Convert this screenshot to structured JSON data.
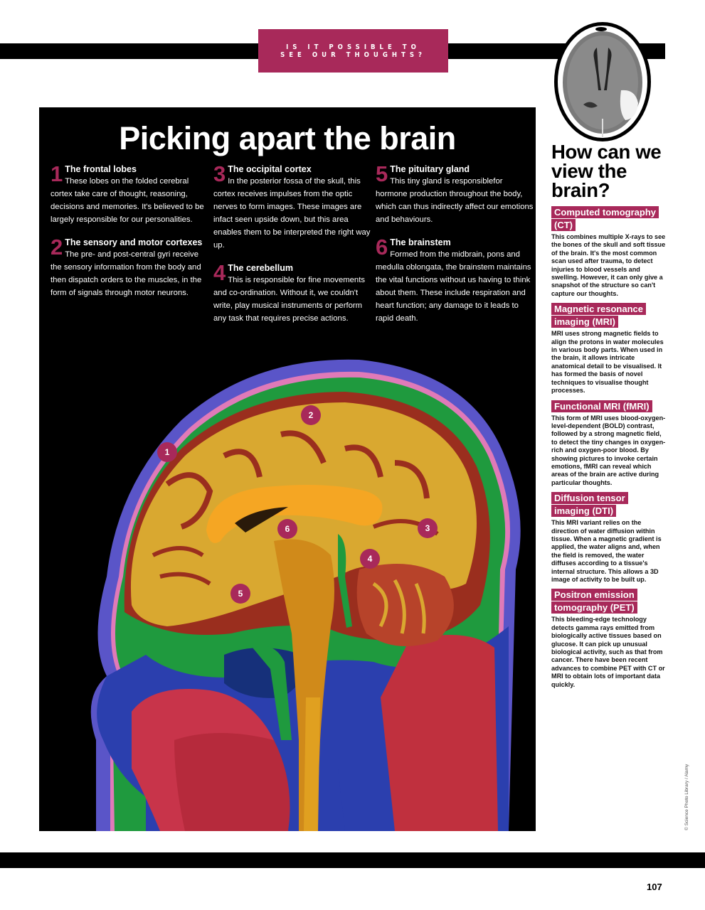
{
  "header": {
    "kicker": "IS IT POSSIBLE TO SEE OUR THOUGHTS?"
  },
  "main": {
    "title": "Picking apart the brain",
    "items": [
      {
        "num": "1",
        "title": "The frontal lobes",
        "body": "These lobes on the folded cerebral cortex take care of thought, reasoning, decisions and memories. It's believed to be largely responsible for our personalities."
      },
      {
        "num": "2",
        "title": "The sensory and motor cortexes",
        "body": "The pre- and post-central gyri receive the sensory information from the body and then dispatch orders to the muscles, in the form of signals through motor neurons."
      },
      {
        "num": "3",
        "title": "The occipital cortex",
        "body": "In the posterior fossa of the skull, this cortex receives impulses from the optic nerves to form images. These images are infact seen upside down, but this area enables them to be interpreted the right way up."
      },
      {
        "num": "4",
        "title": "The cerebellum",
        "body": "This is responsible for fine movements and co-ordination. Without it, we couldn't write, play musical instruments or perform any task that requires precise actions."
      },
      {
        "num": "5",
        "title": "The pituitary gland",
        "body": "This tiny gland is responsiblefor hormone production throughout the body, which can thus indirectly affect our emotions and behaviours."
      },
      {
        "num": "6",
        "title": "The brainstem",
        "body": "Formed from the midbrain, pons and medulla oblongata, the brainstem maintains the vital functions without us having to think about them. These include respiration and heart function; any damage to it leads to rapid death."
      }
    ],
    "markers": [
      {
        "label": "1"
      },
      {
        "label": "2"
      },
      {
        "label": "3"
      },
      {
        "label": "4"
      },
      {
        "label": "5"
      },
      {
        "label": "6"
      }
    ]
  },
  "sidebar": {
    "title": "How can we view the brain?",
    "scans": [
      {
        "label": "Computed tomography (CT)",
        "body": "This combines multiple X-rays to see the bones of the skull and soft tissue of the brain. It's the most common scan used after trauma, to detect injuries to blood vessels and swelling. However, it can only give a snapshot of the structure so can't capture our thoughts."
      },
      {
        "label": "Magnetic resonance imaging (MRI)",
        "body": "MRI uses strong magnetic fields to align the protons in water molecules in various body parts. When used in the brain, it allows intricate anatomical detail to be visualised. It has formed the basis of novel techniques to visualise thought processes."
      },
      {
        "label": "Functional MRI (fMRI)",
        "body": "This form of MRI uses blood-oxygen-level-dependent (BOLD) contrast, followed by a strong magnetic field, to detect the tiny changes in oxygen-rich and oxygen-poor blood. By showing pictures to invoke certain emotions, fMRI can reveal which areas of the brain are active during particular thoughts."
      },
      {
        "label": "Diffusion tensor imaging (DTI)",
        "body": "This MRI variant relies on the direction of water diffusion within tissue. When a magnetic gradient is applied, the water aligns and, when the field is removed, the water diffuses according to a tissue's internal structure. This allows a 3D image of activity to be built up."
      },
      {
        "label": "Positron emission tomography (PET)",
        "body": "This bleeding-edge technology detects gamma rays emitted from biologically active tissues based on glucose. It can pick up unusual biological activity, such as that from cancer. There have been recent advances to combine PET with CT or MRI to obtain lots of important data quickly."
      }
    ]
  },
  "credit": "© Science Photo Library / Alamy",
  "footer": {
    "page_number": "107"
  },
  "colors": {
    "accent": "#a8295a",
    "panel": "#000000"
  }
}
